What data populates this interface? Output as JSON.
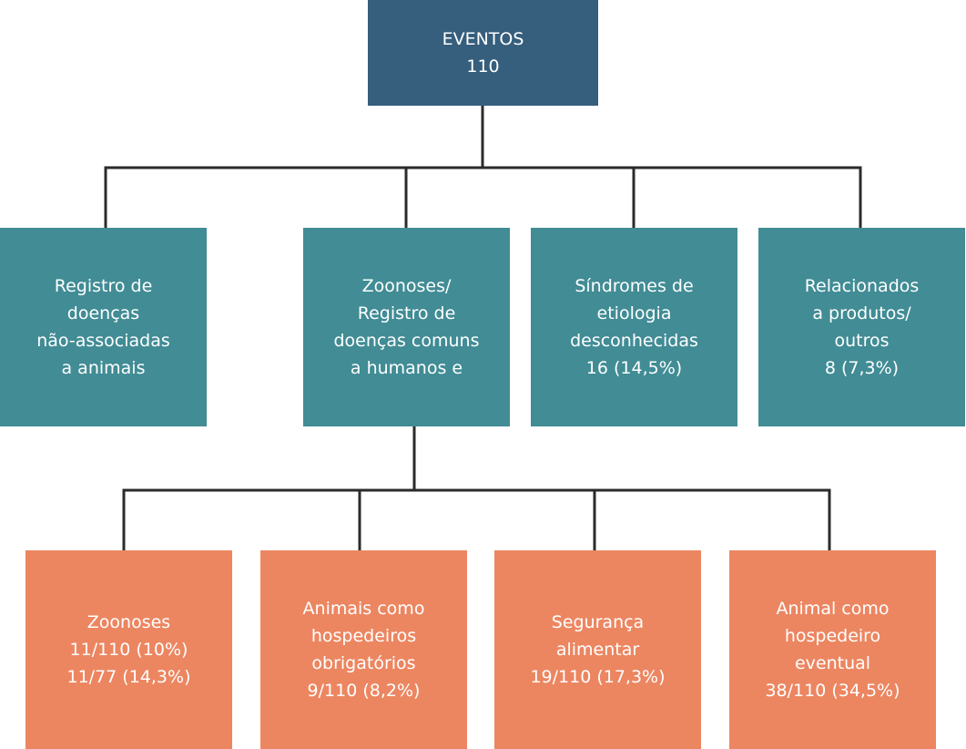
{
  "colors": {
    "root": "#365E7D",
    "level1": "#418C95",
    "level2": "#EC8661",
    "connector": "#2b2b2b",
    "text": "#ffffff"
  },
  "root": {
    "lines": [
      "EVENTOS",
      "110"
    ]
  },
  "level1": [
    {
      "lines": [
        "Registro de",
        "doenças",
        "não-associadas",
        "a animais"
      ]
    },
    {
      "lines": [
        "Zoonoses/",
        "Registro de",
        "doenças comuns",
        "a humanos e"
      ]
    },
    {
      "lines": [
        "Síndromes de",
        "etiologia",
        "desconhecidas",
        "16 (14,5%)"
      ]
    },
    {
      "lines": [
        "Relacionados",
        "a produtos/",
        "outros",
        "8 (7,3%)"
      ]
    }
  ],
  "level2": [
    {
      "lines": [
        "Zoonoses",
        "11/110 (10%)",
        "11/77 (14,3%)"
      ]
    },
    {
      "lines": [
        "Animais como",
        "hospedeiros",
        "obrigatórios",
        "9/110 (8,2%)"
      ]
    },
    {
      "lines": [
        "Segurança",
        "alimentar",
        "19/110 (17,3%)"
      ]
    },
    {
      "lines": [
        "Animal como",
        "hospedeiro",
        "eventual",
        "38/110 (34,5%)"
      ]
    }
  ]
}
